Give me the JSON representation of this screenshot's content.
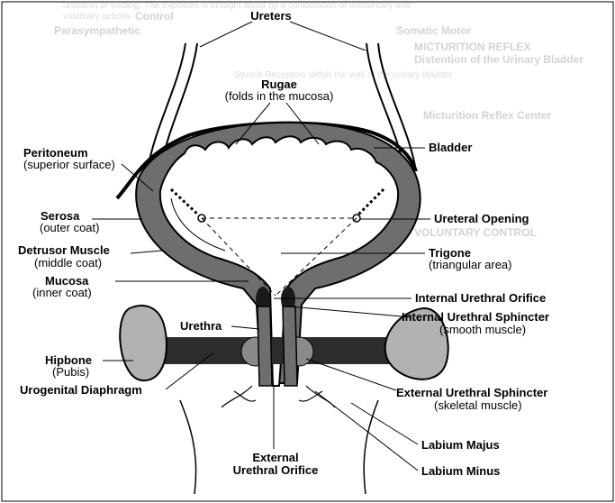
{
  "background_text": {
    "lines": [
      "urination or voiding. The exposure is brought about by a combination of involuntary and",
      "voluntary actions.",
      "Control",
      "Parasympathetic",
      "Somatic Motor",
      "MICTURITION REFLEX",
      "Distention of the Urinary Bladder",
      "Stretch Receptors within the wall of the urinary bladder",
      "Micturition Reflex Center",
      "VOLUNTARY CONTROL"
    ]
  },
  "labels": {
    "ureters": "Ureters",
    "rugae": "Rugae",
    "rugae_sub": "(folds in the mucosa)",
    "peritoneum": "Peritoneum",
    "peritoneum_sub": "(superior surface)",
    "bladder": "Bladder",
    "serosa": "Serosa",
    "serosa_sub": "(outer coat)",
    "ureteral_opening": "Ureteral Opening",
    "detrusor": "Detrusor Muscle",
    "detrusor_sub": "(middle coat)",
    "trigone": "Trigone",
    "trigone_sub": "(triangular area)",
    "mucosa": "Mucosa",
    "mucosa_sub": "(inner coat)",
    "internal_orifice": "Internal Urethral Orifice",
    "internal_sphincter": "Internal Urethral Sphincter",
    "internal_sphincter_sub": "(smooth muscle)",
    "urethra": "Urethra",
    "hipbone": "Hipbone",
    "hipbone_sub": "(Pubis)",
    "urogenital": "Urogenital Diaphragm",
    "external_sphincter": "External Urethral Sphincter",
    "external_sphincter_sub": "(skeletal muscle)",
    "labium_majus": "Labium Majus",
    "external_orifice_1": "External",
    "external_orifice_2": "Urethral Orifice",
    "labium_minus": "Labium Minus"
  },
  "colors": {
    "muscle": "#6e6e6e",
    "bone": "#b2b2b2",
    "diaphragm": "#2c2c2c",
    "background_text": "#dcdcdc"
  }
}
